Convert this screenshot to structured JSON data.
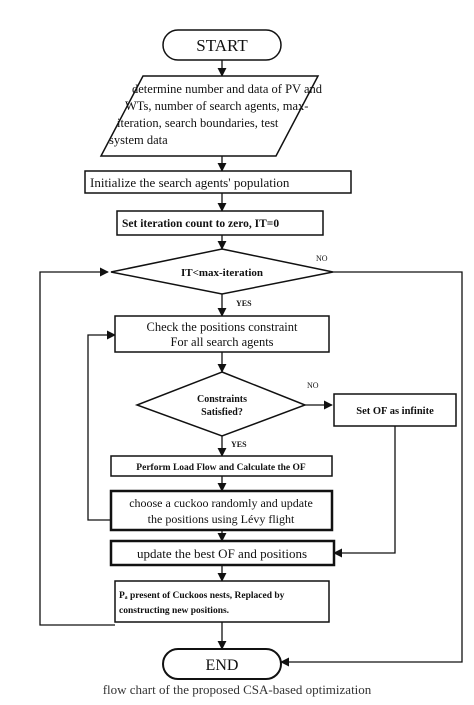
{
  "nodes": {
    "start": {
      "label": "START"
    },
    "inputs": {
      "lines": [
        "determine number and data of PV and",
        "WTs, number of search agents, max-",
        "iteration, search boundaries, test",
        "system data"
      ]
    },
    "init_population": {
      "label": "Initialize the search agents' population"
    },
    "set_iteration": {
      "label": "Set iteration count to zero, IT=0"
    },
    "check_iteration": {
      "label": "IT<max-iteration"
    },
    "check_positions": {
      "lines": [
        "Check the positions constraint",
        "For all search agents"
      ]
    },
    "constraints_satisfied": {
      "lines": [
        "Constraints",
        "Satisfied?"
      ]
    },
    "set_of_infinite": {
      "label": "Set OF as infinite"
    },
    "load_flow": {
      "label": "Perform Load Flow and Calculate the OF"
    },
    "cuckoo_update": {
      "lines": [
        "choose a cuckoo randomly and update",
        "the positions using Lévy flight"
      ]
    },
    "update_best": {
      "label": "update the best OF and positions"
    },
    "replace_nests": {
      "lines": [
        "Pₐ present of Cuckoos nests, Replaced by",
        "constructing new positions."
      ]
    },
    "end": {
      "label": "END"
    }
  },
  "edge_labels": {
    "iteration_no": "NO",
    "iteration_yes": "YES",
    "constraints_no": "NO",
    "constraints_yes": "YES"
  },
  "caption": "flow chart of the proposed CSA-based optimization"
}
